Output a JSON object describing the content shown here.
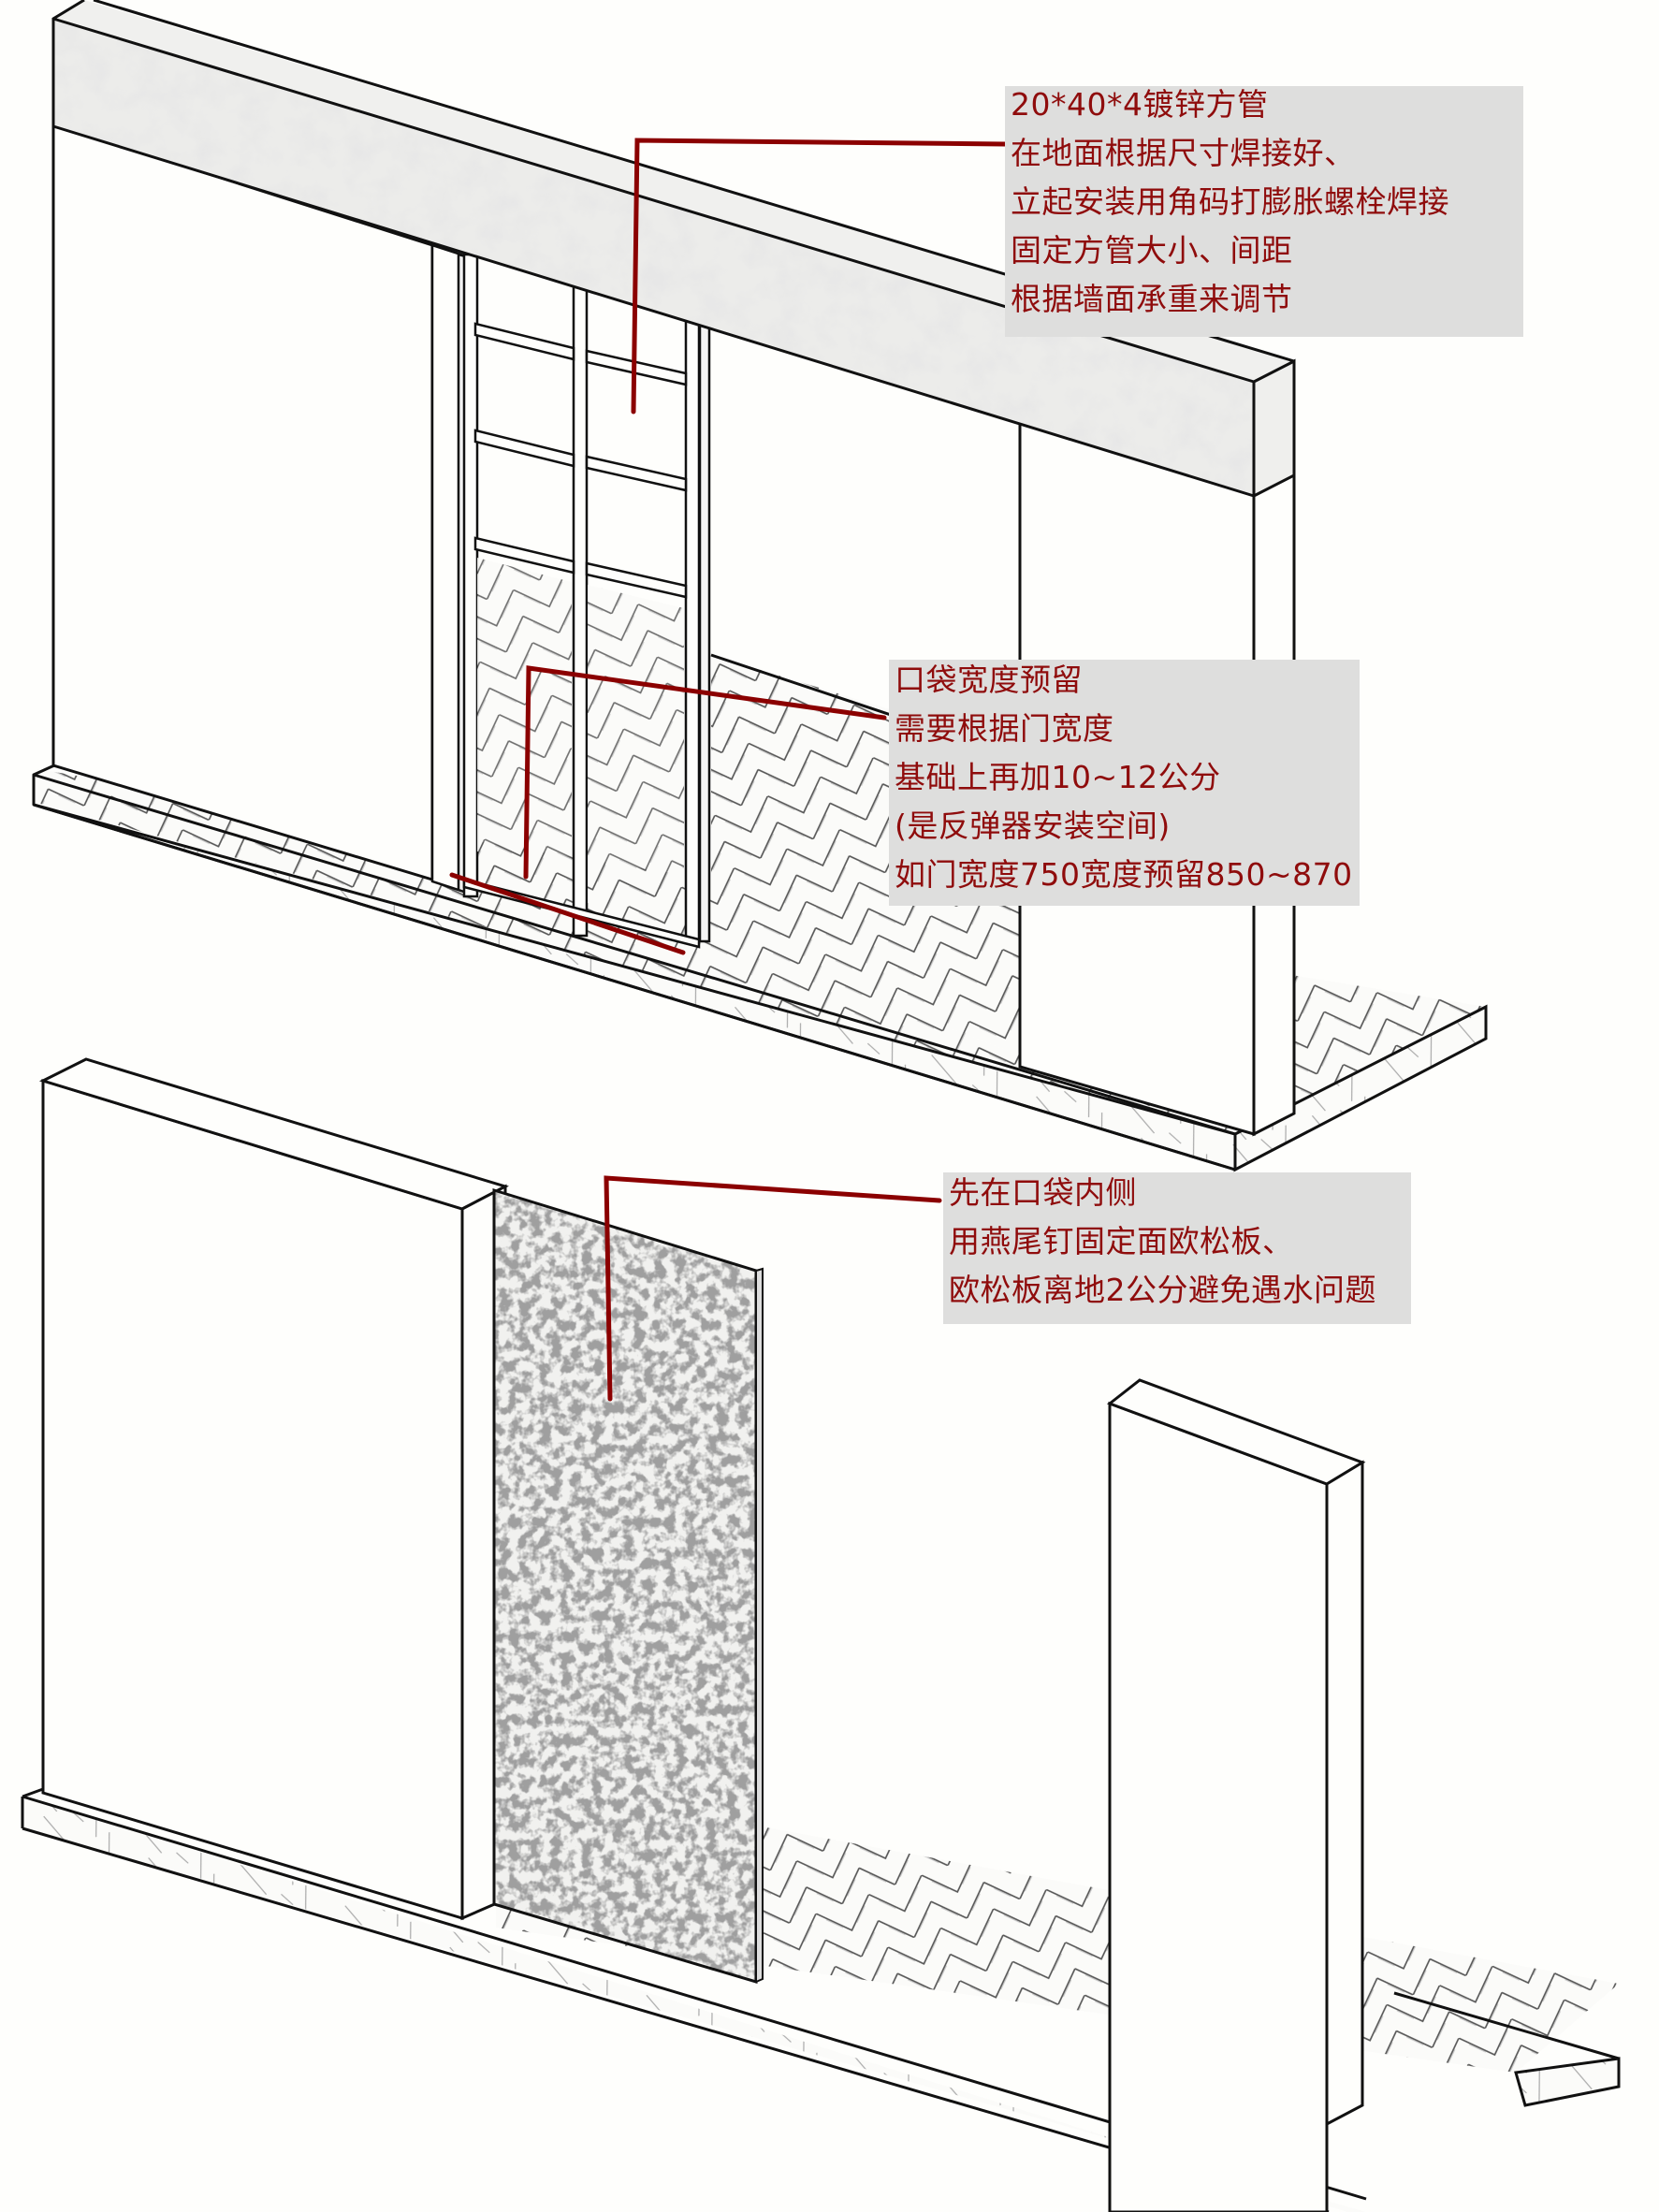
{
  "diagram": {
    "title": "隐形推拉门口袋施工示意",
    "colors": {
      "annotation_text": "#8f0c0c",
      "leader_line": "#8b0000",
      "annotation_bg": "#dededd",
      "outline": "#111111",
      "background": "#fefefc"
    },
    "panels": [
      {
        "id": "top",
        "description": "顶部为镀锌方管框架口袋，带格栅立框、顶部横梁和人字拼地板",
        "components": [
          "top-beam",
          "left-wall",
          "pocket-frame-grid",
          "right-wall-pier",
          "herringbone-floor"
        ]
      },
      {
        "id": "bottom",
        "description": "底部为口袋内侧固定欧松板示意",
        "components": [
          "left-wall-block",
          "osb-board",
          "right-wall-pier",
          "herringbone-floor"
        ]
      }
    ],
    "annotations": [
      {
        "id": "steel-tube-note",
        "lines": [
          "20*40*4镀锌方管",
          "在地面根据尺寸焊接好、",
          "立起安装用角码打膨胀螺栓焊接",
          "固定方管大小、间距",
          "根据墙面承重来调节"
        ]
      },
      {
        "id": "pocket-width-note",
        "lines": [
          "口袋宽度预留",
          "需要根据门宽度",
          "基础上再加10~12公分",
          "(是反弹器安装空间)",
          "如门宽度750宽度预留850~870"
        ]
      },
      {
        "id": "osb-board-note",
        "lines": [
          "先在口袋内侧",
          "用燕尾钉固定面欧松板、",
          "欧松板离地2公分避免遇水问题"
        ]
      }
    ]
  }
}
